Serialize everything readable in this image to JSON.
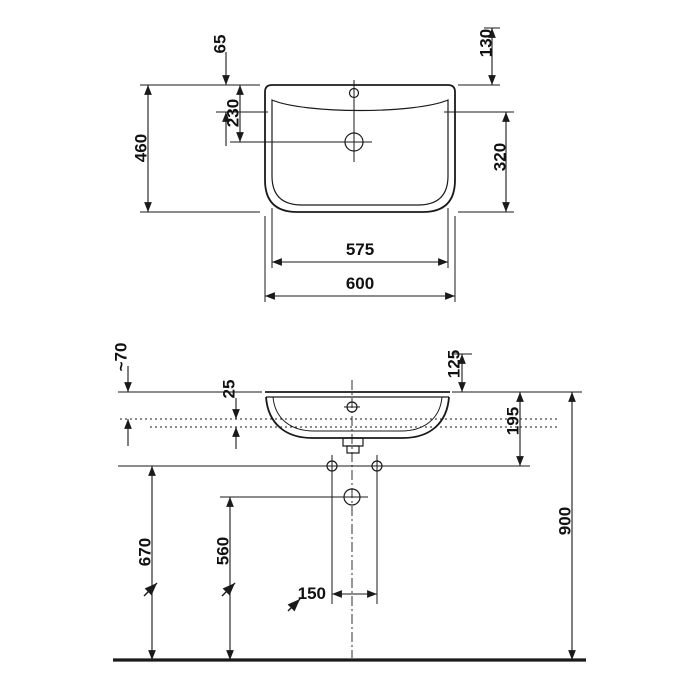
{
  "drawing": {
    "kind": "washbasin-technical-drawing",
    "colors": {
      "ink": "#1a1a1a",
      "background": "#ffffff"
    },
    "plan_dims": {
      "d460": "460",
      "d65": "65",
      "d230": "230",
      "d130": "130",
      "d320": "320",
      "d575": "575",
      "d600": "600"
    },
    "front_dims": {
      "d70": "~70",
      "d25": "25",
      "d125": "125",
      "d195": "195",
      "d900": "900",
      "d670": "670",
      "d560": "560",
      "d150": "150"
    }
  }
}
